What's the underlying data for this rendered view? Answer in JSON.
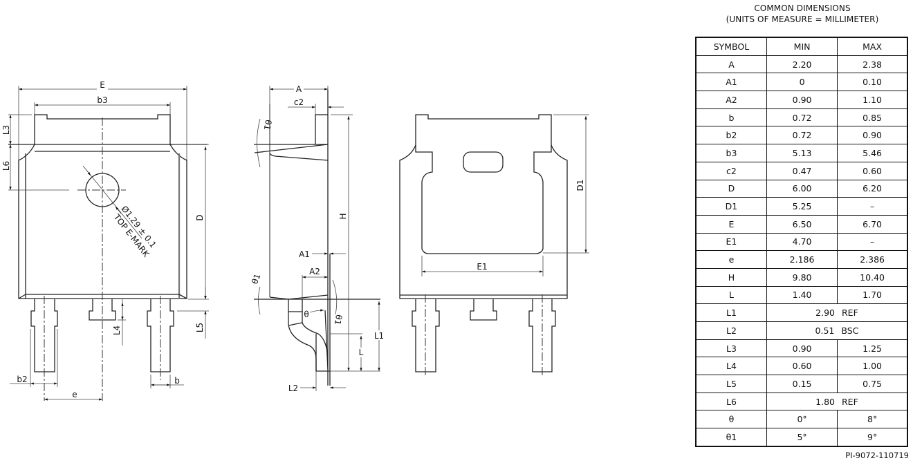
{
  "drawing": {
    "top_view": {
      "labels": {
        "E": "E",
        "b3": "b3",
        "L3": "L3",
        "L6": "L6",
        "D": "D",
        "L4": "L4",
        "L5": "L5",
        "b2": "b2",
        "b": "b",
        "e": "e"
      },
      "emark_dim": "Ø1.29 ± 0.1",
      "emark_label": "TOP E-MARK"
    },
    "side_view": {
      "labels": {
        "A": "A",
        "c2": "c2",
        "theta1_top": "θ1",
        "H": "H",
        "A1": "A1",
        "A2": "A2",
        "theta1_bottom": "θ1",
        "theta": "θ",
        "theta1_lead": "θ1",
        "L1": "L1",
        "L": "L",
        "L2": "L2"
      }
    },
    "bottom_view": {
      "labels": {
        "D1": "D1",
        "E1": "E1"
      }
    }
  },
  "table": {
    "title_line1": "COMMON DIMENSIONS",
    "title_line2": "(UNITS OF MEASURE = MILLIMETER)",
    "headers": [
      "SYMBOL",
      "MIN",
      "MAX"
    ],
    "rows": [
      {
        "symbol": "A",
        "min": "2.20",
        "max": "2.38"
      },
      {
        "symbol": "A1",
        "min": "0",
        "max": "0.10"
      },
      {
        "symbol": "A2",
        "min": "0.90",
        "max": "1.10"
      },
      {
        "symbol": "b",
        "min": "0.72",
        "max": "0.85"
      },
      {
        "symbol": "b2",
        "min": "0.72",
        "max": "0.90"
      },
      {
        "symbol": "b3",
        "min": "5.13",
        "max": "5.46"
      },
      {
        "symbol": "c2",
        "min": "0.47",
        "max": "0.60"
      },
      {
        "symbol": "D",
        "min": "6.00",
        "max": "6.20"
      },
      {
        "symbol": "D1",
        "min": "5.25",
        "max": "–"
      },
      {
        "symbol": "E",
        "min": "6.50",
        "max": "6.70"
      },
      {
        "symbol": "E1",
        "min": "4.70",
        "max": "–"
      },
      {
        "symbol": "e",
        "min": "2.186",
        "max": "2.386"
      },
      {
        "symbol": "H",
        "min": "9.80",
        "max": "10.40"
      },
      {
        "symbol": "L",
        "min": "1.40",
        "max": "1.70"
      },
      {
        "symbol": "L1",
        "value": "2.90",
        "note": "REF"
      },
      {
        "symbol": "L2",
        "value": "0.51",
        "note": "BSC"
      },
      {
        "symbol": "L3",
        "min": "0.90",
        "max": "1.25"
      },
      {
        "symbol": "L4",
        "min": "0.60",
        "max": "1.00"
      },
      {
        "symbol": "L5",
        "min": "0.15",
        "max": "0.75"
      },
      {
        "symbol": "L6",
        "value": "1.80",
        "note": "REF"
      },
      {
        "symbol": "θ",
        "min": "0°",
        "max": "8°"
      },
      {
        "symbol": "θ1",
        "min": "5°",
        "max": "9°"
      }
    ]
  },
  "drawing_code": "PI-9072-110719"
}
